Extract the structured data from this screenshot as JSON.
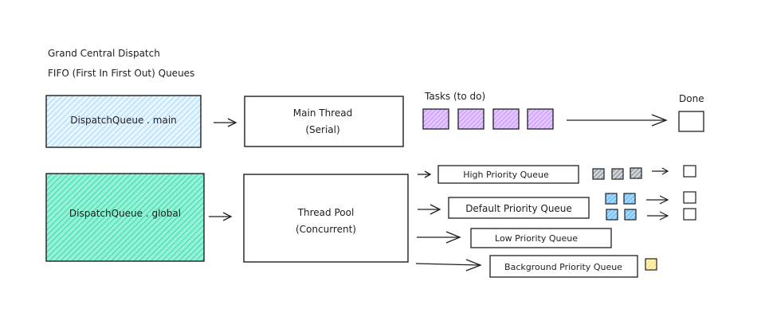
{
  "title_lines": [
    "Grand Central Dispatch",
    "FIFO (First In First Out) Queues"
  ],
  "main_row": {
    "queue_label": "DispatchQueue . main",
    "queue_color": "#a5d8ff",
    "thread_title": "Main Thread",
    "thread_subtitle": "(Serial)",
    "tasks_label": "Tasks (to do)",
    "task_color": "#d0a3ff",
    "task_count": 4,
    "done_label": "Done"
  },
  "global_row": {
    "queue_label": "DispatchQueue . global",
    "queue_color": "#63e6be",
    "thread_title": "Thread Pool",
    "thread_subtitle": "(Concurrent)",
    "priority_queues": [
      {
        "label": "High Priority Queue",
        "task_color": "#868e96",
        "tasks": 3,
        "done_boxes": 1
      },
      {
        "label": "Default Priority Queue",
        "task_color": "#74c0fc",
        "tasks": 4,
        "done_boxes": 2
      },
      {
        "label": "Low Priority Queue",
        "task_color": "",
        "tasks": 0,
        "done_boxes": 0
      },
      {
        "label": "Background Priority Queue",
        "task_color": "#ffe8a3",
        "tasks": 1,
        "done_boxes": 0
      }
    ]
  }
}
